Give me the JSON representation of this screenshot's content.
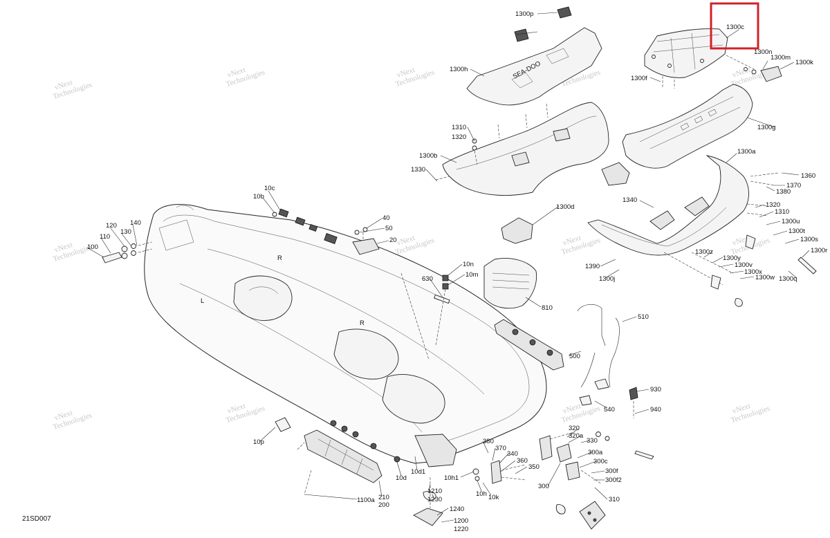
{
  "figure_id": "21SD007",
  "watermark": {
    "line1": "vNext",
    "line2": "Technologies"
  },
  "highlight": {
    "label": "1300c",
    "color": "#d32027"
  },
  "callouts": [
    "1300p",
    "1300c",
    "1300h",
    "1300n",
    "1300m",
    "1300k",
    "1300f",
    "1310",
    "1320",
    "1300g",
    "1300b",
    "1330",
    "1300a",
    "1360",
    "1370",
    "1380",
    "1300d",
    "1340",
    "1320",
    "1310",
    "1300u",
    "1300t",
    "1300s",
    "1300r",
    "1300z",
    "1300y",
    "1300v",
    "1300x",
    "1300w",
    "1300q",
    "1390",
    "1300j",
    "10c",
    "10b",
    "40",
    "50",
    "20",
    "120",
    "130",
    "140",
    "110",
    "100",
    "630",
    "10n",
    "10m",
    "810",
    "510",
    "500",
    "930",
    "940",
    "540",
    "10p",
    "320",
    "320a",
    "330",
    "300a",
    "300c",
    "300f",
    "300f2",
    "310",
    "300",
    "380",
    "370",
    "340",
    "360",
    "350",
    "10h1",
    "10h",
    "10k",
    "10d",
    "10d1",
    "1210",
    "1230",
    "1240",
    "1200",
    "1220",
    "1100a",
    "210",
    "200"
  ]
}
